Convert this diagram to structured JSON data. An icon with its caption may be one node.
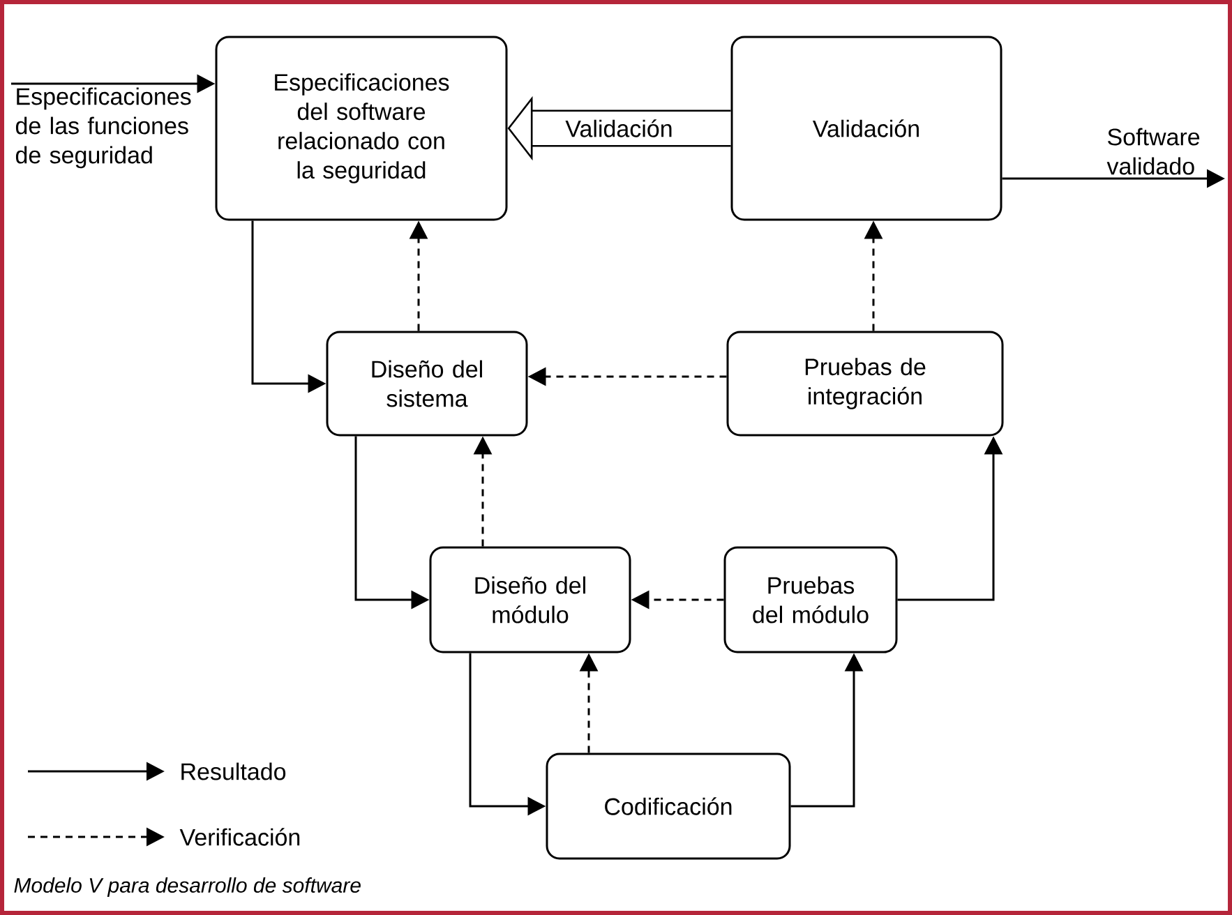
{
  "diagram": {
    "caption": "Modelo V para desarrollo de software",
    "nodes": [
      {
        "text": [
          "Especificaciones de las funciones de seguridad"
        ]
      },
      {
        "text": [
          "Especificaciones del software relacionado con la seguridad"
        ]
      },
      {
        "text": [
          "Validación"
        ]
      },
      {
        "text": [
          "Software validado"
        ]
      },
      {
        "text": [
          "Diseño del sistema"
        ]
      },
      {
        "text": [
          "Pruebas de integración"
        ]
      },
      {
        "text": [
          "Diseño del módulo"
        ]
      },
      {
        "text": [
          "Pruebas del módulo"
        ]
      },
      {
        "text": [
          "Codificación"
        ]
      }
    ],
    "edges": [
      {
        "from": 0,
        "to": 1,
        "arrow": "to"
      },
      {
        "from": 2,
        "to": 3,
        "arrow": "to"
      },
      {
        "from": 2,
        "to": 1,
        "arrow": "to",
        "label": "Validación",
        "style": "thick"
      },
      {
        "from": 1,
        "to": 4,
        "arrow": "to"
      },
      {
        "from": 4,
        "to": 1,
        "arrow": "to",
        "style": "dashed"
      },
      {
        "from": 5,
        "to": 4,
        "arrow": "to",
        "style": "dashed"
      },
      {
        "from": 5,
        "to": 2,
        "arrow": "to",
        "style": "dashed"
      },
      {
        "from": 4,
        "to": 6,
        "arrow": "to"
      },
      {
        "from": 6,
        "to": 4,
        "arrow": "to",
        "style": "dashed"
      },
      {
        "from": 7,
        "to": 6,
        "arrow": "to",
        "style": "dashed"
      },
      {
        "from": 7,
        "to": 5,
        "arrow": "to"
      },
      {
        "from": 6,
        "to": 8,
        "arrow": "to"
      },
      {
        "from": 8,
        "to": 6,
        "arrow": "to",
        "style": "dashed"
      },
      {
        "from": 8,
        "to": 7,
        "arrow": "to"
      }
    ],
    "legend": [
      {
        "text": "Resultado"
      },
      {
        "text": "Verificación"
      }
    ]
  }
}
